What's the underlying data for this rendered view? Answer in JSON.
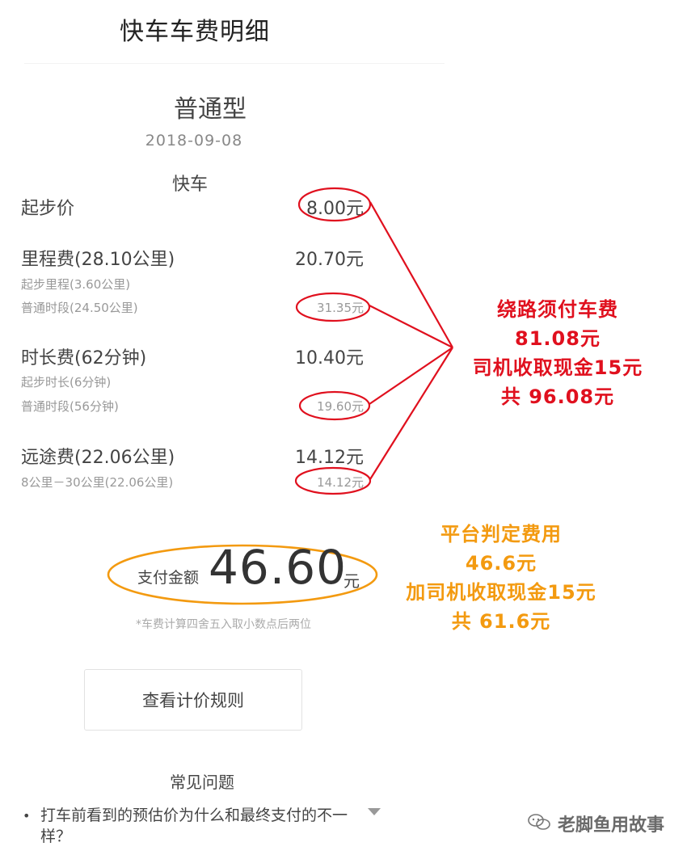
{
  "page_title": "快车车费明细",
  "receipt": {
    "car_type": "普通型",
    "date": "2018-09-08",
    "service": "快车",
    "rows": [
      {
        "label": "起步价",
        "amount": "8.00元"
      },
      {
        "label": "里程费(28.10公里)",
        "amount": "20.70元",
        "subs": [
          {
            "label": "起步里程(3.60公里)",
            "amount": ""
          },
          {
            "label": "普通时段(24.50公里)",
            "amount": "31.35元"
          }
        ]
      },
      {
        "label": "时长费(62分钟)",
        "amount": "10.40元",
        "subs": [
          {
            "label": "起步时长(6分钟)",
            "amount": ""
          },
          {
            "label": "普通时段(56分钟)",
            "amount": "19.60元"
          }
        ]
      },
      {
        "label": "远途费(22.06公里)",
        "amount": "14.12元",
        "subs": [
          {
            "label": "8公里－30公里(22.06公里)",
            "amount": "14.12元"
          }
        ]
      }
    ],
    "payment": {
      "label": "支付金额",
      "amount": "46.60",
      "unit": "元",
      "note": "*车费计算四舍五入取小数点后两位"
    },
    "rule_button": "查看计价规则",
    "faq_title": "常见问题",
    "faq_items": [
      "打车前看到的预估价为什么和最终支付的不一样？"
    ]
  },
  "annotations": {
    "detour": [
      "绕路须付车费",
      "81.08元",
      "司机收取现金15元",
      "共 96.08元"
    ],
    "platform": [
      "平台判定费用",
      "46.6元",
      "加司机收取现金15元",
      "共 61.6元"
    ],
    "red_color": "#e0101e",
    "orange_color": "#f39a10"
  },
  "watermark": {
    "text": "老脚鱼用故事",
    "icon": "wechat-icon"
  }
}
